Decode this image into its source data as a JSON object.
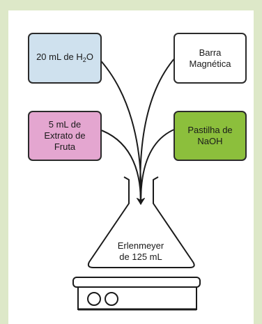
{
  "boxes": {
    "water": {
      "text_main": "20 mL de H",
      "text_sub": "2",
      "text_end": "O",
      "color": "#cfe1ee"
    },
    "stir_bar": {
      "text": "Barra\nMagnética",
      "color": "#ffffff"
    },
    "fruit_extract": {
      "text": "5 mL de\nExtrato de\nFruta",
      "color": "#e4a6d0"
    },
    "naoh": {
      "text": "Pastilha de\nNaOH",
      "color": "#8cbf3c"
    }
  },
  "flask": {
    "label": "Erlenmeyer\nde 125 mL"
  },
  "colors": {
    "background": "#dde8c8",
    "outline": "#2b2b2b"
  },
  "icons": [
    "curved-arrow-icon",
    "erlenmeyer-flask-icon",
    "stirrer-plate-icon",
    "knob-icon"
  ]
}
